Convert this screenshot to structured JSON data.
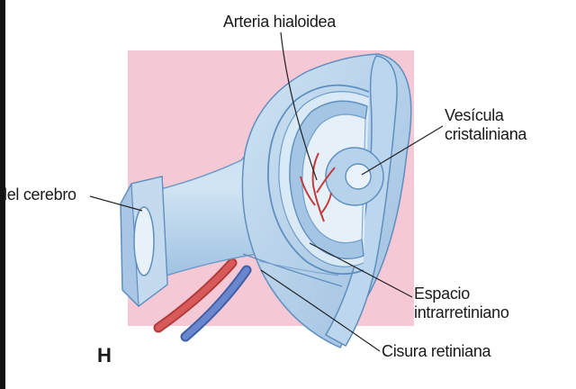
{
  "labels": {
    "arteria": "Arteria hialoidea",
    "vesicula_line1": "Vesícula",
    "vesicula_line2": "cristaliniana",
    "cerebro": "del cerebro",
    "espacio_line1": "Espacio",
    "espacio_line2": "intrarretiniano",
    "cisura": "Cisura retiniana",
    "panel": "H"
  },
  "colors": {
    "background_panel": "#f4c8d4",
    "tissue_light": "#c6ddef",
    "tissue_mid": "#a8c8e6",
    "tissue_dark": "#86b0d8",
    "outline": "#5f8fbf",
    "artery": "#d04a4a",
    "vein": "#5a78c2",
    "leader_line": "#222222"
  }
}
